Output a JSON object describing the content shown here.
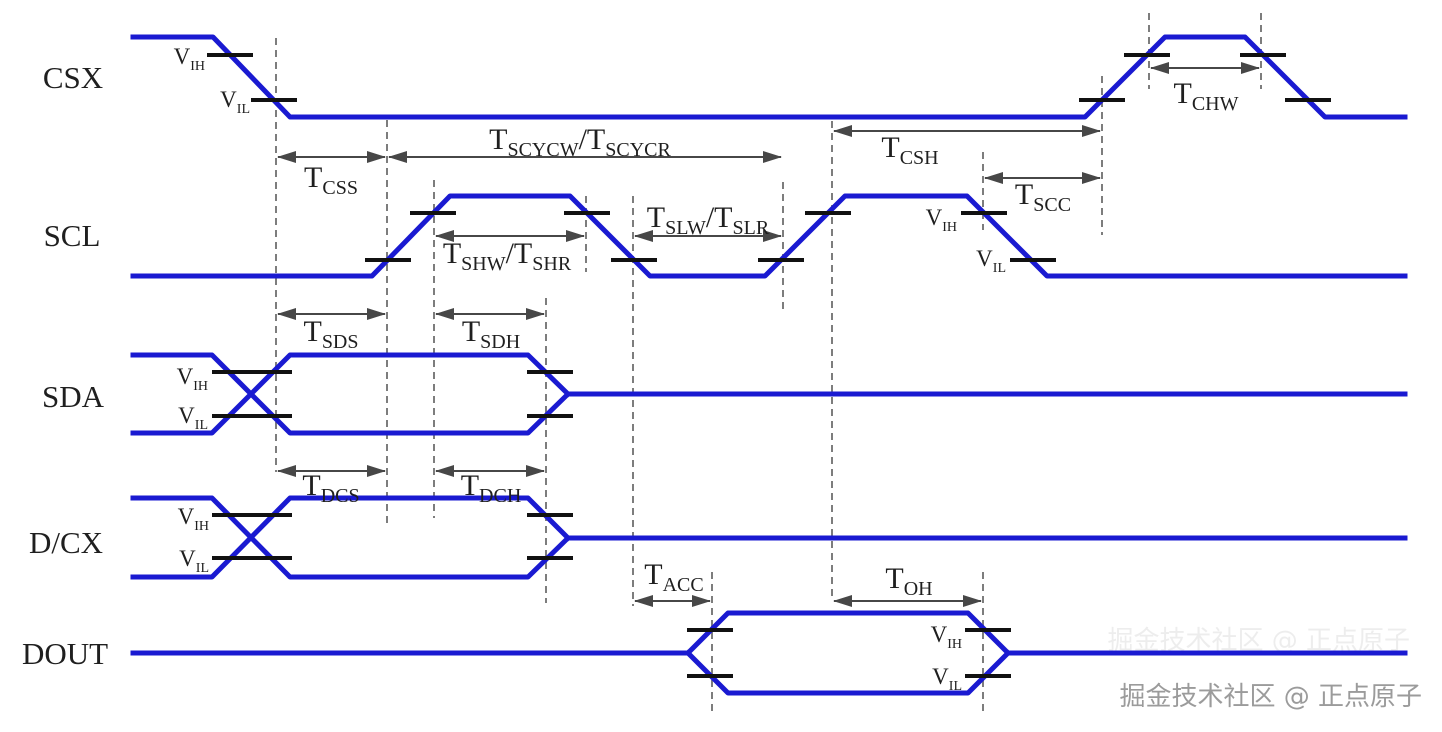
{
  "diagram": {
    "signals": [
      {
        "id": "csx",
        "label": "CSX"
      },
      {
        "id": "scl",
        "label": "SCL"
      },
      {
        "id": "sda",
        "label": "SDA"
      },
      {
        "id": "dcx",
        "label": "D/CX"
      },
      {
        "id": "dout",
        "label": "DOUT"
      }
    ],
    "timing_labels": {
      "tcss": {
        "t": "T",
        "sub": "CSS"
      },
      "tscyc": {
        "t1": "T",
        "sub1": "SCYCW",
        "t2": "/T",
        "sub2": "SCYCR"
      },
      "tcsh": {
        "t": "T",
        "sub": "CSH"
      },
      "tchw": {
        "t": "T",
        "sub": "CHW"
      },
      "tshw": {
        "t1": "T",
        "sub1": "SHW",
        "t2": "/T",
        "sub2": "SHR"
      },
      "tslw": {
        "t1": "T",
        "sub1": "SLW",
        "t2": "/T",
        "sub2": "SLR"
      },
      "tscc": {
        "t": "T",
        "sub": "SCC"
      },
      "tsds": {
        "t": "T",
        "sub": "SDS"
      },
      "tsdh": {
        "t": "T",
        "sub": "SDH"
      },
      "tdcs": {
        "t": "T",
        "sub": "DCS"
      },
      "tdch": {
        "t": "T",
        "sub": "DCH"
      },
      "tacc": {
        "t": "T",
        "sub": "ACC"
      },
      "toh": {
        "t": "T",
        "sub": "OH"
      }
    },
    "voltage_labels": {
      "vih": {
        "v": "V",
        "sub": "IH"
      },
      "vil": {
        "v": "V",
        "sub": "IL"
      }
    }
  },
  "watermark": {
    "text": "掘金技术社区 @ 正点原子"
  },
  "colors": {
    "signal": "#1a1ad1",
    "dash": "#7d7d7d",
    "tick": "#111111",
    "arrow": "#474747",
    "label": "#1f1f1f",
    "watermark": "#9b9b9b",
    "background": "#ffffff"
  }
}
